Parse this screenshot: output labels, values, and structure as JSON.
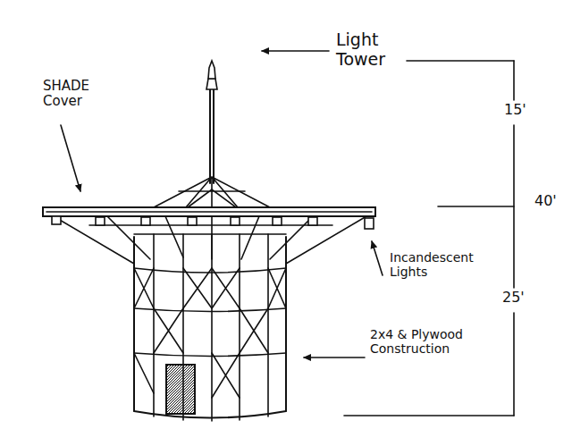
{
  "diagram": {
    "labels": [
      "Light Tower",
      "SHADE Cover",
      "Incandescent Lights",
      "2x4 & Plywood Construction",
      "15'",
      "40'",
      "25'"
    ]
  }
}
